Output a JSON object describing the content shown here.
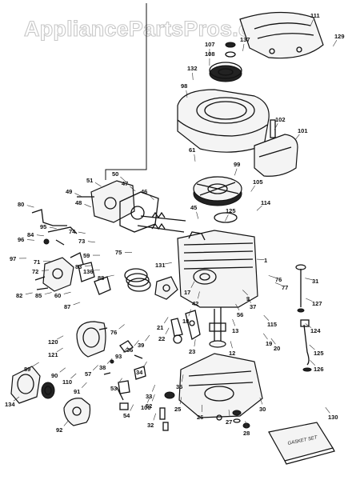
{
  "watermark": "AppliancePartsPros.com",
  "kit_label": "GASKET SET",
  "callouts": [
    {
      "label": "111"
    },
    {
      "label": "129"
    },
    {
      "label": "137"
    },
    {
      "label": "107"
    },
    {
      "label": "108"
    },
    {
      "label": "132"
    },
    {
      "label": "98"
    },
    {
      "label": "102"
    },
    {
      "label": "101"
    },
    {
      "label": "61"
    },
    {
      "label": "99"
    },
    {
      "label": "105"
    },
    {
      "label": "114"
    },
    {
      "label": "51"
    },
    {
      "label": "50"
    },
    {
      "label": "47"
    },
    {
      "label": "46"
    },
    {
      "label": "49"
    },
    {
      "label": "48"
    },
    {
      "label": "45"
    },
    {
      "label": "125"
    },
    {
      "label": "80"
    },
    {
      "label": "96"
    },
    {
      "label": "95"
    },
    {
      "label": "84"
    },
    {
      "label": "74"
    },
    {
      "label": "73"
    },
    {
      "label": "97"
    },
    {
      "label": "71"
    },
    {
      "label": "72"
    },
    {
      "label": "59"
    },
    {
      "label": "83"
    },
    {
      "label": "136"
    },
    {
      "label": "88"
    },
    {
      "label": "75"
    },
    {
      "label": "131"
    },
    {
      "label": "1"
    },
    {
      "label": "31"
    },
    {
      "label": "76"
    },
    {
      "label": "77"
    },
    {
      "label": "82"
    },
    {
      "label": "85"
    },
    {
      "label": "60"
    },
    {
      "label": "87"
    },
    {
      "label": "17"
    },
    {
      "label": "42"
    },
    {
      "label": "3"
    },
    {
      "label": "37"
    },
    {
      "label": "56"
    },
    {
      "label": "127"
    },
    {
      "label": "115"
    },
    {
      "label": "21"
    },
    {
      "label": "18"
    },
    {
      "label": "124"
    },
    {
      "label": "120"
    },
    {
      "label": "76"
    },
    {
      "label": "22"
    },
    {
      "label": "13"
    },
    {
      "label": "19"
    },
    {
      "label": "20"
    },
    {
      "label": "121"
    },
    {
      "label": "93"
    },
    {
      "label": "36"
    },
    {
      "label": "39"
    },
    {
      "label": "23"
    },
    {
      "label": "12"
    },
    {
      "label": "125"
    },
    {
      "label": "89"
    },
    {
      "label": "90"
    },
    {
      "label": "57"
    },
    {
      "label": "38"
    },
    {
      "label": "34"
    },
    {
      "label": "126"
    },
    {
      "label": "110"
    },
    {
      "label": "53"
    },
    {
      "label": "35"
    },
    {
      "label": "33"
    },
    {
      "label": "134"
    },
    {
      "label": "91"
    },
    {
      "label": "52"
    },
    {
      "label": "100"
    },
    {
      "label": "30"
    },
    {
      "label": "54"
    },
    {
      "label": "25"
    },
    {
      "label": "26"
    },
    {
      "label": "27"
    },
    {
      "label": "28"
    },
    {
      "label": "32"
    },
    {
      "label": "92"
    },
    {
      "label": "130"
    }
  ]
}
